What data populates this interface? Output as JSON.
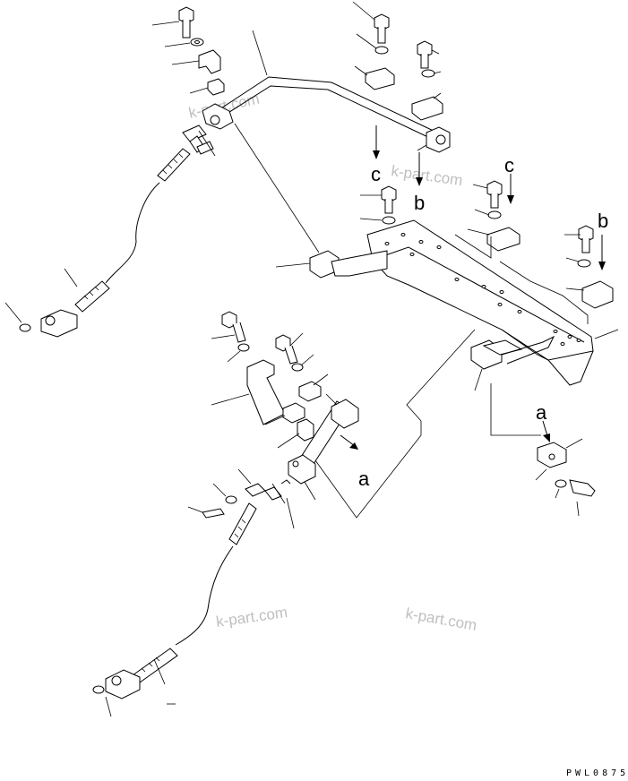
{
  "diagram": {
    "type": "exploded-parts-view",
    "callout_letters": {
      "a1": "a",
      "a2": "a",
      "b1": "b",
      "b2": "b",
      "c1": "c",
      "c2": "c"
    },
    "watermarks": [
      "k-part.com",
      "k-part.com",
      "k-part.com",
      "k-part.com"
    ],
    "drawing_code": "PWL0875"
  }
}
